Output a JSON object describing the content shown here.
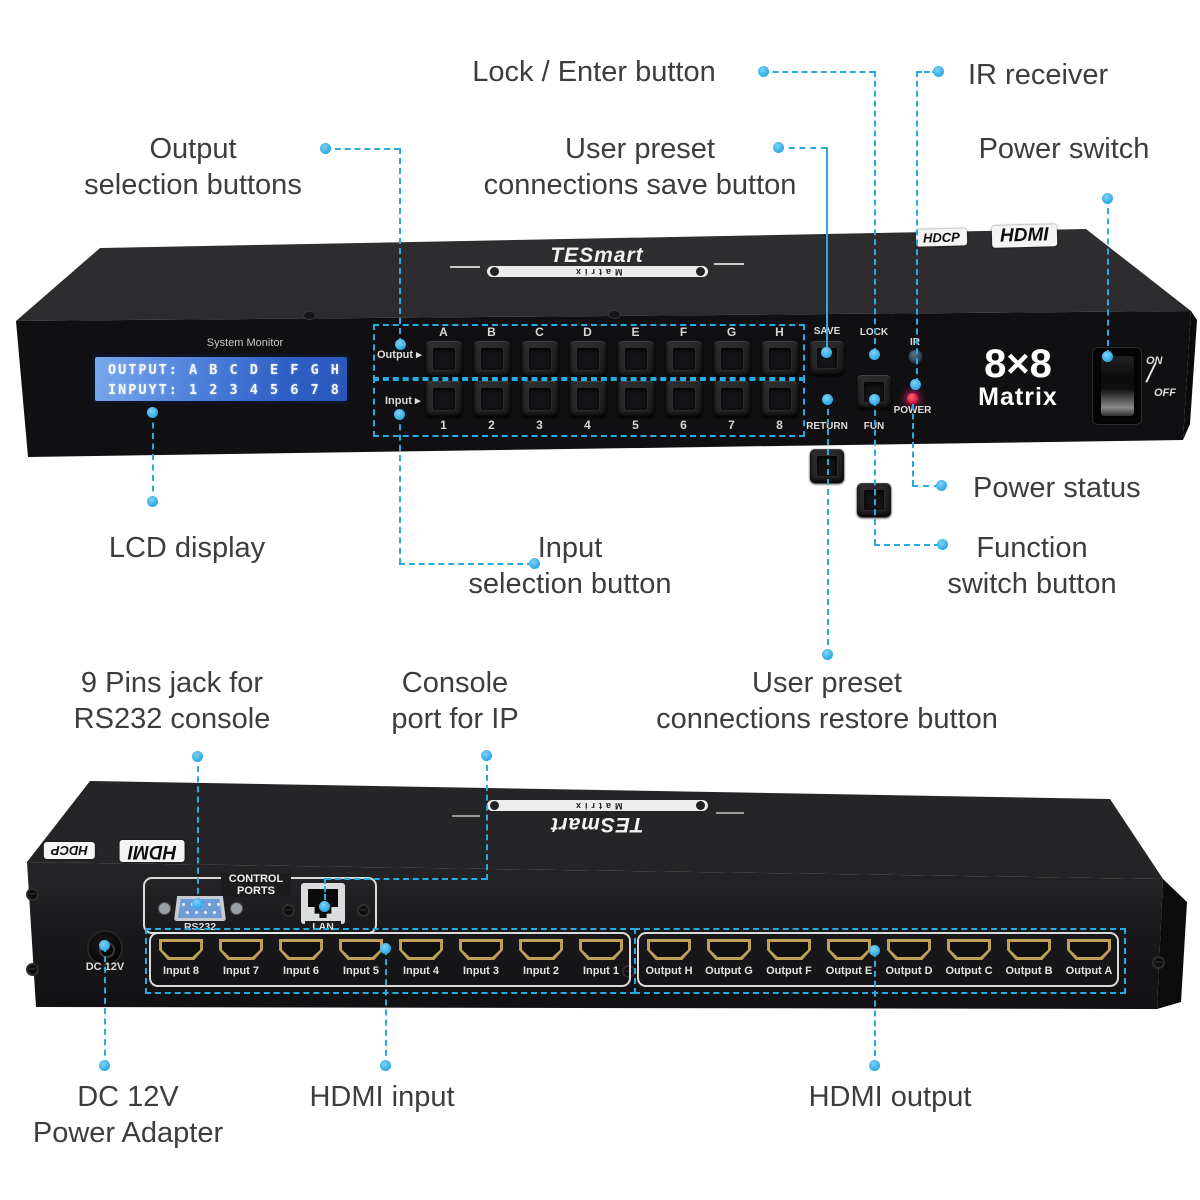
{
  "page": {
    "accent": "#29abe2",
    "label_color": "#3d3d3d"
  },
  "annotations": {
    "lock_enter": "Lock / Enter button",
    "ir_receiver": "IR receiver",
    "output_selection": [
      "Output",
      "selection buttons"
    ],
    "save_preset": [
      "User preset",
      "connections save button"
    ],
    "power_switch": "Power switch",
    "power_status": "Power status",
    "lcd_display": "LCD display",
    "input_selection": [
      "Input",
      "selection button"
    ],
    "function_switch": [
      "Function",
      "switch button"
    ],
    "rs232_jack": [
      "9 Pins jack for",
      "RS232 console"
    ],
    "console_port": [
      "Console",
      "port for IP"
    ],
    "restore_preset": [
      "User preset",
      "connections restore button"
    ],
    "dc_power": [
      "DC 12V",
      "Power Adapter"
    ],
    "hdmi_input": "HDMI input",
    "hdmi_output": "HDMI output"
  },
  "front_panel": {
    "brand": "TESmart",
    "brand_sub": "Matrix",
    "badge_hdcp": "HDCP",
    "badge_hdmi": "HDMI",
    "system_monitor": "System Monitor",
    "lcd": {
      "line1": "OUTPUT: A B C D E F G H",
      "line2": "INPUYT: 1 2 3 4 5 6 7 8"
    },
    "output_row": {
      "label": "Output",
      "arrow": "▸"
    },
    "input_row": {
      "label": "Input",
      "arrow": "▸"
    },
    "output_buttons": [
      "A",
      "B",
      "C",
      "D",
      "E",
      "F",
      "G",
      "H"
    ],
    "input_buttons": [
      "1",
      "2",
      "3",
      "4",
      "5",
      "6",
      "7",
      "8"
    ],
    "save_button": "SAVE",
    "lock_button": "LOCK",
    "return_button": "RETURN",
    "fun_button": "FUN",
    "ir_label": "IR",
    "power_label": "POWER",
    "model": "8×8",
    "model_sub": "Matrix",
    "switch_on": "ON",
    "switch_slash": "/",
    "switch_off": "OFF"
  },
  "rear_panel": {
    "brand": "TESmart",
    "brand_sub": "Matrix",
    "badge_hdcp": "HDCP",
    "badge_hdmi": "HDMI",
    "control_ports": [
      "CONTROL",
      "PORTS"
    ],
    "rs232_label": "RS232",
    "lan_label": "LAN",
    "dc_label": "DC 12V",
    "input_ports": [
      "Input 8",
      "Input 7",
      "Input 6",
      "Input 5",
      "Input 4",
      "Input 3",
      "Input 2",
      "Input 1"
    ],
    "output_ports": [
      "Output H",
      "Output G",
      "Output F",
      "Output E",
      "Output D",
      "Output C",
      "Output B",
      "Output A"
    ]
  }
}
